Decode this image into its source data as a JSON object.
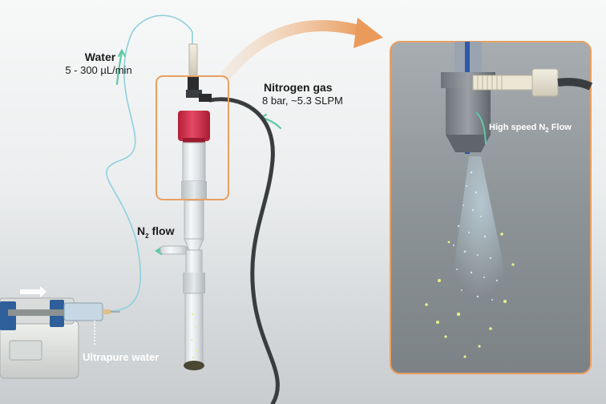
{
  "water": {
    "title": "Water",
    "rate": "5 - 300 µL/min"
  },
  "nitrogen_gas": {
    "title": "Nitrogen gas",
    "rate": "8 bar, ~5.3 SLPM"
  },
  "n2_flow": {
    "main": "N",
    "sub": "2",
    "rest": " flow"
  },
  "ultrapure": {
    "label": "Ultrapure water"
  },
  "high_speed": {
    "main": "High speed N",
    "sub": "2",
    "rest": " Flow"
  },
  "colors": {
    "highlight": "#e8a060",
    "flow_arrow": "#5fc9a5",
    "gas_hose": "#3a3d40",
    "cap": "#d8324a",
    "water_line": "#8fd0de",
    "droplets": "#e6f08a",
    "spray": "#bde3f5"
  },
  "icons": [
    "syringe-pump-icon",
    "nozzle-icon",
    "spray-plume-icon",
    "flow-arrow-icon"
  ]
}
